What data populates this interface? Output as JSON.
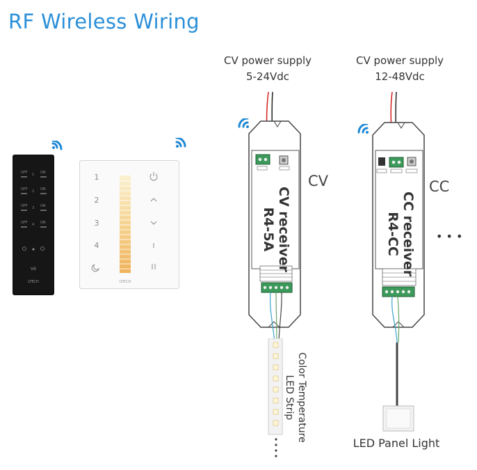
{
  "title": "RF Wireless Wiring",
  "cv": {
    "supply_line1": "CV power supply",
    "supply_line2": "5-24Vdc",
    "side_label": "CV",
    "receiver_line1": "CV receiver",
    "receiver_line2": "R4-5A",
    "load_line1": "Color Temperature",
    "load_line2": "LED Strip"
  },
  "cc": {
    "supply_line1": "CV power supply",
    "supply_line2": "12-48Vdc",
    "side_label": "CC",
    "receiver_line1": "CC receiver",
    "receiver_line2": "R4-CC",
    "load_label": "LED Panel Light"
  },
  "remote": {
    "rows": [
      {
        "off": "OFF",
        "num": "1",
        "on": "ON"
      },
      {
        "off": "OFF",
        "num": "2",
        "on": "ON"
      },
      {
        "off": "OFF",
        "num": "3",
        "on": "ON"
      },
      {
        "off": "OFF",
        "num": "4",
        "on": "ON"
      }
    ],
    "model": "V6",
    "brand": "LTECH"
  },
  "panel": {
    "left_keys": [
      "1",
      "2",
      "3",
      "4"
    ],
    "brand": "LTECH"
  },
  "more": "• • •",
  "colors": {
    "title": "#2a8fd8",
    "wifi": "#1e88d4",
    "wire_red": "#d42020",
    "wire_black": "#222222"
  }
}
